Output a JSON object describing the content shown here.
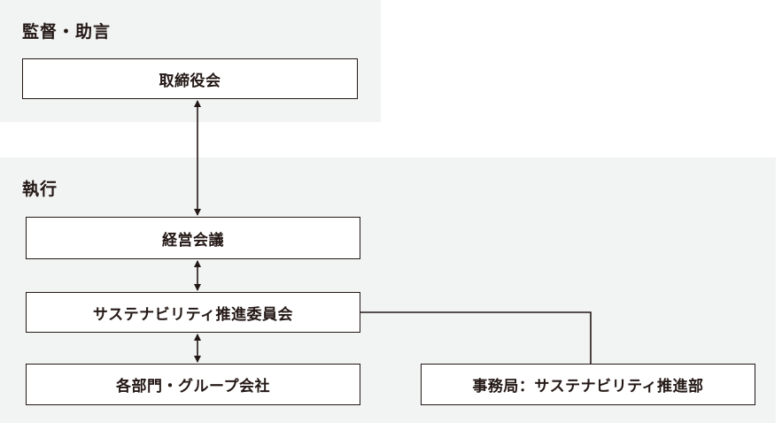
{
  "sections": {
    "supervision": {
      "title": "監督・助言"
    },
    "execution": {
      "title": "執行"
    }
  },
  "nodes": {
    "board": {
      "label": "取締役会"
    },
    "management_meeting": {
      "label": "経営会議"
    },
    "sustainability_committee": {
      "label": "サステナビリティ推進委員会"
    },
    "divisions": {
      "label": "各部門・グループ会社"
    },
    "secretariat": {
      "label": "事務局：サステナビリティ推進部"
    }
  },
  "colors": {
    "line": "#231815",
    "panel": "#f2f3f3",
    "box_fill": "#ffffff"
  }
}
